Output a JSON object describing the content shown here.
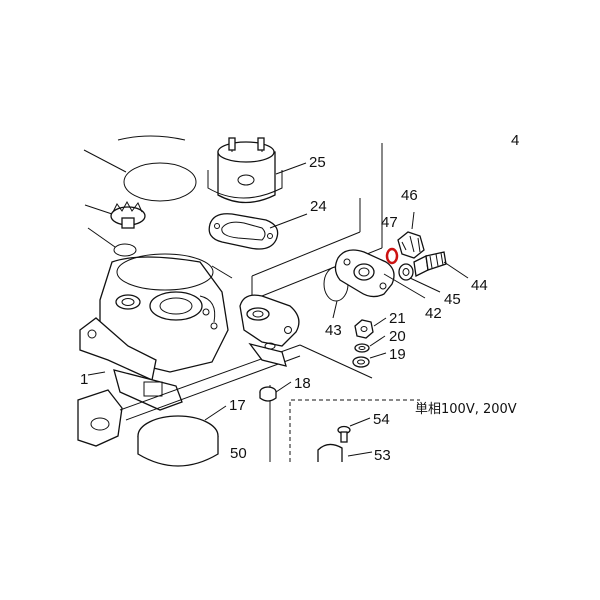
{
  "diagram": {
    "callouts": [
      {
        "id": "c25",
        "label": "25",
        "color": "#111111"
      },
      {
        "id": "c24",
        "label": "24",
        "color": "#111111"
      },
      {
        "id": "c46",
        "label": "46",
        "color": "#111111"
      },
      {
        "id": "c47",
        "label": "47",
        "color": "#cc1111"
      },
      {
        "id": "c44",
        "label": "44",
        "color": "#111111"
      },
      {
        "id": "c45",
        "label": "45",
        "color": "#111111"
      },
      {
        "id": "c42",
        "label": "42",
        "color": "#111111"
      },
      {
        "id": "c21",
        "label": "21",
        "color": "#111111"
      },
      {
        "id": "c20",
        "label": "20",
        "color": "#111111"
      },
      {
        "id": "c19",
        "label": "19",
        "color": "#111111"
      },
      {
        "id": "c43",
        "label": "43",
        "color": "#111111"
      },
      {
        "id": "c18",
        "label": "18",
        "color": "#111111"
      },
      {
        "id": "c17",
        "label": "17",
        "color": "#111111"
      },
      {
        "id": "c50",
        "label": "50",
        "color": "#111111"
      },
      {
        "id": "c54",
        "label": "54",
        "color": "#111111"
      },
      {
        "id": "c53",
        "label": "53",
        "color": "#111111"
      },
      {
        "id": "c1",
        "label": "1",
        "color": "#111111"
      },
      {
        "id": "c4",
        "label": "4",
        "color": "#111111"
      }
    ],
    "variant_note": "単相100V, 200V",
    "highlight_color": "#cc1111"
  }
}
